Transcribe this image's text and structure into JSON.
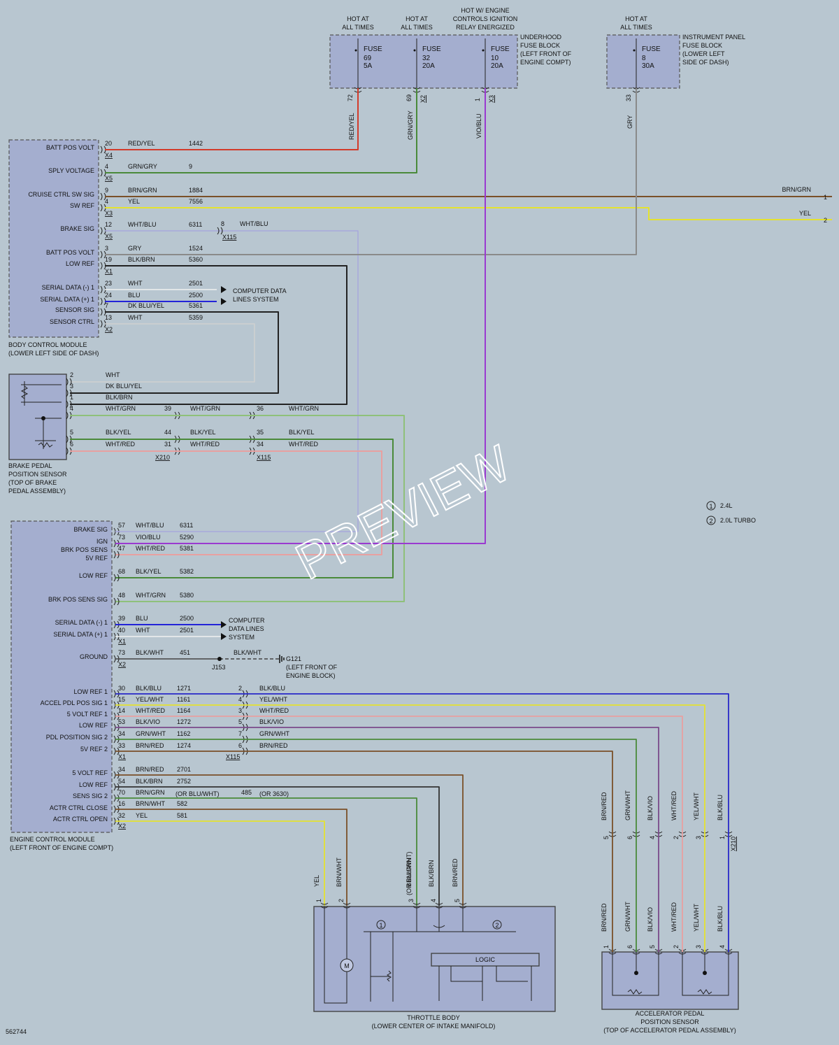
{
  "colors": {
    "RED": "#d33b2b",
    "GRN": "#4a8a3a",
    "LGRN": "#8fc07a",
    "BRN": "#7a5028",
    "YEL": "#e4e230",
    "VIO": "#9a3ad0",
    "BLU": "#2323d8",
    "WHT": "#f0f0f0",
    "GRY": "#8a8a8a",
    "BLK": "#222222",
    "PINK": "#e8a0a0",
    "DKBLU": "#2828c8",
    "LAV": "#a8a8dc"
  },
  "fuses": [
    {
      "hdr1": "HOT AT",
      "hdr2": "ALL TIMES",
      "hdr3": "",
      "name": "FUSE",
      "num": "69",
      "amp": "5A",
      "pin": "72",
      "conn": "",
      "wire": "RED/YEL"
    },
    {
      "hdr1": "HOT AT",
      "hdr2": "ALL TIMES",
      "hdr3": "",
      "name": "FUSE",
      "num": "32",
      "amp": "20A",
      "pin": "69",
      "conn": "X2",
      "wire": "GRN/GRY"
    },
    {
      "hdr1": "HOT W/ ENGINE",
      "hdr2": "CONTROLS IGNITION",
      "hdr3": "RELAY ENERGIZED",
      "name": "FUSE",
      "num": "10",
      "amp": "20A",
      "pin": "1",
      "conn": "X3",
      "wire": "VIO/BLU"
    },
    {
      "hdr1": "HOT AT",
      "hdr2": "ALL TIMES",
      "hdr3": "",
      "name": "FUSE",
      "num": "8",
      "amp": "30A",
      "pin": "33",
      "conn": "",
      "wire": "GRY"
    }
  ],
  "fuse_blocks": [
    {
      "l1": "UNDERHOOD",
      "l2": "FUSE BLOCK",
      "l3": "(LEFT FRONT OF",
      "l4": "ENGINE COMPT)"
    },
    {
      "l1": "INSTRUMENT PANEL",
      "l2": "FUSE BLOCK",
      "l3": "(LOWER LEFT",
      "l4": "SIDE OF DASH)"
    }
  ],
  "bcm": {
    "name1": "BODY CONTROL MODULE",
    "name2": "(LOWER LEFT SIDE OF DASH)",
    "pins": [
      {
        "label": "BATT POS VOLT",
        "pin": "20",
        "wire": "RED/YEL",
        "circuit": "1442",
        "conn": "X4"
      },
      {
        "label": "SPLY VOLTAGE",
        "pin": "4",
        "wire": "GRN/GRY",
        "circuit": "9",
        "conn": "X5"
      },
      {
        "label": "CRUISE CTRL SW SIG",
        "pin": "9",
        "wire": "BRN/GRN",
        "circuit": "1884",
        "conn": ""
      },
      {
        "label": "SW REF",
        "pin": "4",
        "wire": "YEL",
        "circuit": "7556",
        "conn": "X3"
      },
      {
        "label": "BRAKE SIG",
        "pin": "12",
        "wire": "WHT/BLU",
        "circuit": "6311",
        "conn": "X5"
      },
      {
        "label": "BATT POS VOLT",
        "pin": "3",
        "wire": "GRY",
        "circuit": "1524",
        "conn": ""
      },
      {
        "label": "LOW REF",
        "pin": "19",
        "wire": "BLK/BRN",
        "circuit": "5360",
        "conn": "X1"
      },
      {
        "label": "SERIAL DATA (-) 1",
        "pin": "23",
        "wire": "WHT",
        "circuit": "2501",
        "conn": ""
      },
      {
        "label": "SERIAL DATA (+) 1",
        "pin": "24",
        "wire": "BLU",
        "circuit": "2500",
        "conn": ""
      },
      {
        "label": "SENSOR SIG",
        "pin": "7",
        "wire": "DK BLU/YEL",
        "circuit": "5361",
        "conn": ""
      },
      {
        "label": "SENSOR CTRL",
        "pin": "13",
        "wire": "WHT",
        "circuit": "5359",
        "conn": "X2"
      }
    ],
    "splice": {
      "pin": "8",
      "wire": "WHT/BLU",
      "conn": "X115"
    },
    "data_lines": "COMPUTER DATA|LINES SYSTEM",
    "ext": [
      {
        "wire": "BRN/GRN",
        "num": "1"
      },
      {
        "wire": "YEL",
        "num": "2"
      }
    ]
  },
  "bpps": {
    "name": "BRAKE PEDAL|POSITION SENSOR|(TOP OF BRAKE|PEDAL ASSEMBLY)",
    "pins": [
      {
        "pin": "2",
        "wire": "WHT",
        "p1": "",
        "c1": "",
        "w2": "",
        "p2": "",
        "w3": ""
      },
      {
        "pin": "3",
        "wire": "DK BLU/YEL",
        "p1": "",
        "c1": "",
        "w2": "",
        "p2": "",
        "w3": ""
      },
      {
        "pin": "1",
        "wire": "BLK/BRN",
        "p1": "",
        "c1": "",
        "w2": "",
        "p2": "",
        "w3": ""
      },
      {
        "pin": "4",
        "wire": "WHT/GRN",
        "p1": "39",
        "w2": "WHT/GRN",
        "p2": "36",
        "w3": "WHT/GRN"
      },
      {
        "pin": "5",
        "wire": "BLK/YEL",
        "p1": "44",
        "w2": "BLK/YEL",
        "p2": "35",
        "w3": "BLK/YEL"
      },
      {
        "pin": "6",
        "wire": "WHT/RED",
        "p1": "31",
        "w2": "WHT/RED",
        "p2": "34",
        "w3": "WHT/RED"
      }
    ],
    "conn1": "X210",
    "conn2": "X115"
  },
  "legend": [
    {
      "num": "1",
      "text": "2.4L"
    },
    {
      "num": "2",
      "text": "2.0L TURBO"
    }
  ],
  "ecm": {
    "name1": "ENGINE CONTROL MODULE",
    "name2": "(LEFT FRONT OF ENGINE COMPT)",
    "upper": [
      {
        "label": "BRAKE SIG",
        "pin": "57",
        "wire": "WHT/BLU",
        "circuit": "6311"
      },
      {
        "label": "IGN",
        "pin": "73",
        "wire": "VIO/BLU",
        "circuit": "5290"
      },
      {
        "label": "BRK POS SENS|5V REF",
        "pin": "47",
        "wire": "WHT/RED",
        "circuit": "5381"
      },
      {
        "label": "LOW REF",
        "pin": "68",
        "wire": "BLK/YEL",
        "circuit": "5382"
      },
      {
        "label": "BRK POS SENS SIG",
        "pin": "48",
        "wire": "WHT/GRN",
        "circuit": "5380"
      },
      {
        "label": "SERIAL DATA (-) 1",
        "pin": "39",
        "wire": "BLU",
        "circuit": "2500"
      },
      {
        "label": "SERIAL DATA (+) 1",
        "pin": "40",
        "wire": "WHT",
        "circuit": "2501"
      },
      {
        "label": "GROUND",
        "pin": "73",
        "wire": "BLK/WHT",
        "circuit": "451"
      }
    ],
    "conn_x1": "X1",
    "conn_x2": "X2",
    "data_lines": "COMPUTER|DATA LINES|SYSTEM",
    "ground": {
      "splice": "J153",
      "wire": "BLK/WHT",
      "name": "G121",
      "loc1": "(LEFT FRONT OF",
      "loc2": "ENGINE BLOCK)"
    },
    "app": [
      {
        "label": "LOW REF 1",
        "pin": "30",
        "wire": "BLK/BLU",
        "circuit": "1271",
        "p2": "2",
        "w2": "BLK/BLU"
      },
      {
        "label": "ACCEL PDL POS SIG 1",
        "pin": "15",
        "wire": "YEL/WHT",
        "circuit": "1161",
        "p2": "4",
        "w2": "YEL/WHT"
      },
      {
        "label": "5 VOLT REF 1",
        "pin": "14",
        "wire": "WHT/RED",
        "circuit": "1164",
        "p2": "3",
        "w2": "WHT/RED"
      },
      {
        "label": "LOW REF",
        "pin": "53",
        "wire": "BLK/VIO",
        "circuit": "1272",
        "p2": "5",
        "w2": "BLK/VIO"
      },
      {
        "label": "PDL POSITION SIG 2",
        "pin": "34",
        "wire": "GRN/WHT",
        "circuit": "1162",
        "p2": "7",
        "w2": "GRN/WHT"
      },
      {
        "label": "5V REF 2",
        "pin": "33",
        "wire": "BRN/RED",
        "circuit": "1274",
        "p2": "6",
        "w2": "BRN/RED"
      }
    ],
    "app_conn": "X1",
    "app_conn2": "X115",
    "tb": [
      {
        "label": "5 VOLT REF",
        "pin": "34",
        "wire": "BRN/RED",
        "circuit": "2701",
        "alt": ""
      },
      {
        "label": "LOW REF",
        "pin": "54",
        "wire": "BLK/BRN",
        "circuit": "2752",
        "alt": ""
      },
      {
        "label": "SENS SIG 2",
        "pin": "70",
        "wire": "BRN/GRN",
        "circuit": "485",
        "alt": "(OR BLU/WHT)",
        "alt2": "(OR 3630)"
      },
      {
        "label": "",
        "pin": "16",
        "wire": "BRN/WHT",
        "circuit": "582",
        "alt": ""
      },
      {
        "label": "ACTR CTRL CLOSE",
        "pin": "",
        "wire": "",
        "circuit": "",
        "alt": ""
      },
      {
        "label": "ACTR CTRL OPEN",
        "pin": "32",
        "wire": "YEL",
        "circuit": "581",
        "alt": ""
      }
    ],
    "tb_conn": "X2"
  },
  "throttle": {
    "name1": "THROTTLE BODY",
    "name2": "(LOWER CENTER OF INTAKE MANIFOLD)",
    "pins": [
      {
        "pin": "1",
        "wire": "YEL"
      },
      {
        "pin": "2",
        "wire": "BRN/WHT"
      },
      {
        "pin": "3",
        "wire": "BRN/GRN|(OR BLU/WHT)"
      },
      {
        "pin": "4",
        "wire": "BLK/BRN"
      },
      {
        "pin": "5",
        "wire": "BRN/RED"
      }
    ],
    "motor": "M",
    "logic": "LOGIC",
    "v1": "1",
    "v2": "2"
  },
  "apps": {
    "name1": "ACCELERATOR PEDAL",
    "name2": "POSITION SENSOR",
    "name3": "(TOP OF ACCELERATOR PEDAL ASSEMBLY)",
    "wires": [
      {
        "wire": "BRN/RED",
        "pin": "5",
        "pin2": "1"
      },
      {
        "wire": "GRN/WHT",
        "pin": "6",
        "pin2": "6"
      },
      {
        "wire": "BLK/VIO",
        "pin": "4",
        "pin2": "5"
      },
      {
        "wire": "WHT/RED",
        "pin": "2",
        "pin2": "2"
      },
      {
        "wire": "YEL/WHT",
        "pin": "3",
        "pin2": "3"
      },
      {
        "wire": "BLK/BLU",
        "pin": "1",
        "pin2": "4"
      }
    ],
    "conn": "X210"
  },
  "footer_id": "562744",
  "watermark": "PREVIEW"
}
